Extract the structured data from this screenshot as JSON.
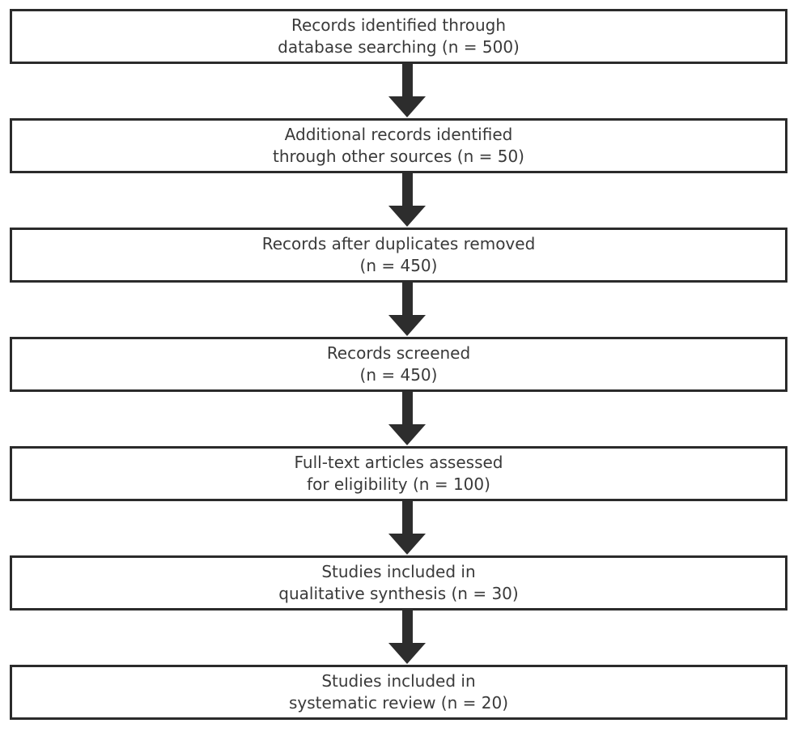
{
  "diagram": {
    "type": "flowchart",
    "title": "",
    "boxes": [
      {
        "id": "records-identified-database",
        "line1": "Records identified through",
        "line2": "database searching (n = 500)",
        "n": 500
      },
      {
        "id": "additional-records-other-sources",
        "line1": "Additional records identified",
        "line2": "through other sources (n = 50)",
        "n": 50
      },
      {
        "id": "records-after-duplicates-removed",
        "line1": "Records after duplicates removed",
        "line2": "(n = 450)",
        "n": 450
      },
      {
        "id": "records-screened",
        "line1": "Records screened",
        "line2": "(n = 450)",
        "n": 450
      },
      {
        "id": "fulltext-articles-assessed",
        "line1": "Full-text articles assessed",
        "line2": "for eligibility (n = 100)",
        "n": 100
      },
      {
        "id": "studies-qualitative-synthesis",
        "line1": "Studies included in",
        "line2": "qualitative synthesis (n = 30)",
        "n": 30
      },
      {
        "id": "studies-systematic-review",
        "line1": "Studies included in",
        "line2": "systematic review (n = 20)",
        "n": 20
      }
    ],
    "connector": "down-arrow"
  },
  "colors": {
    "background": "#ffffff",
    "box_fill": "#ffffff",
    "box_border": "#2b2b2b",
    "arrow": "#2d2d2d",
    "text": "#3a3a3a"
  }
}
